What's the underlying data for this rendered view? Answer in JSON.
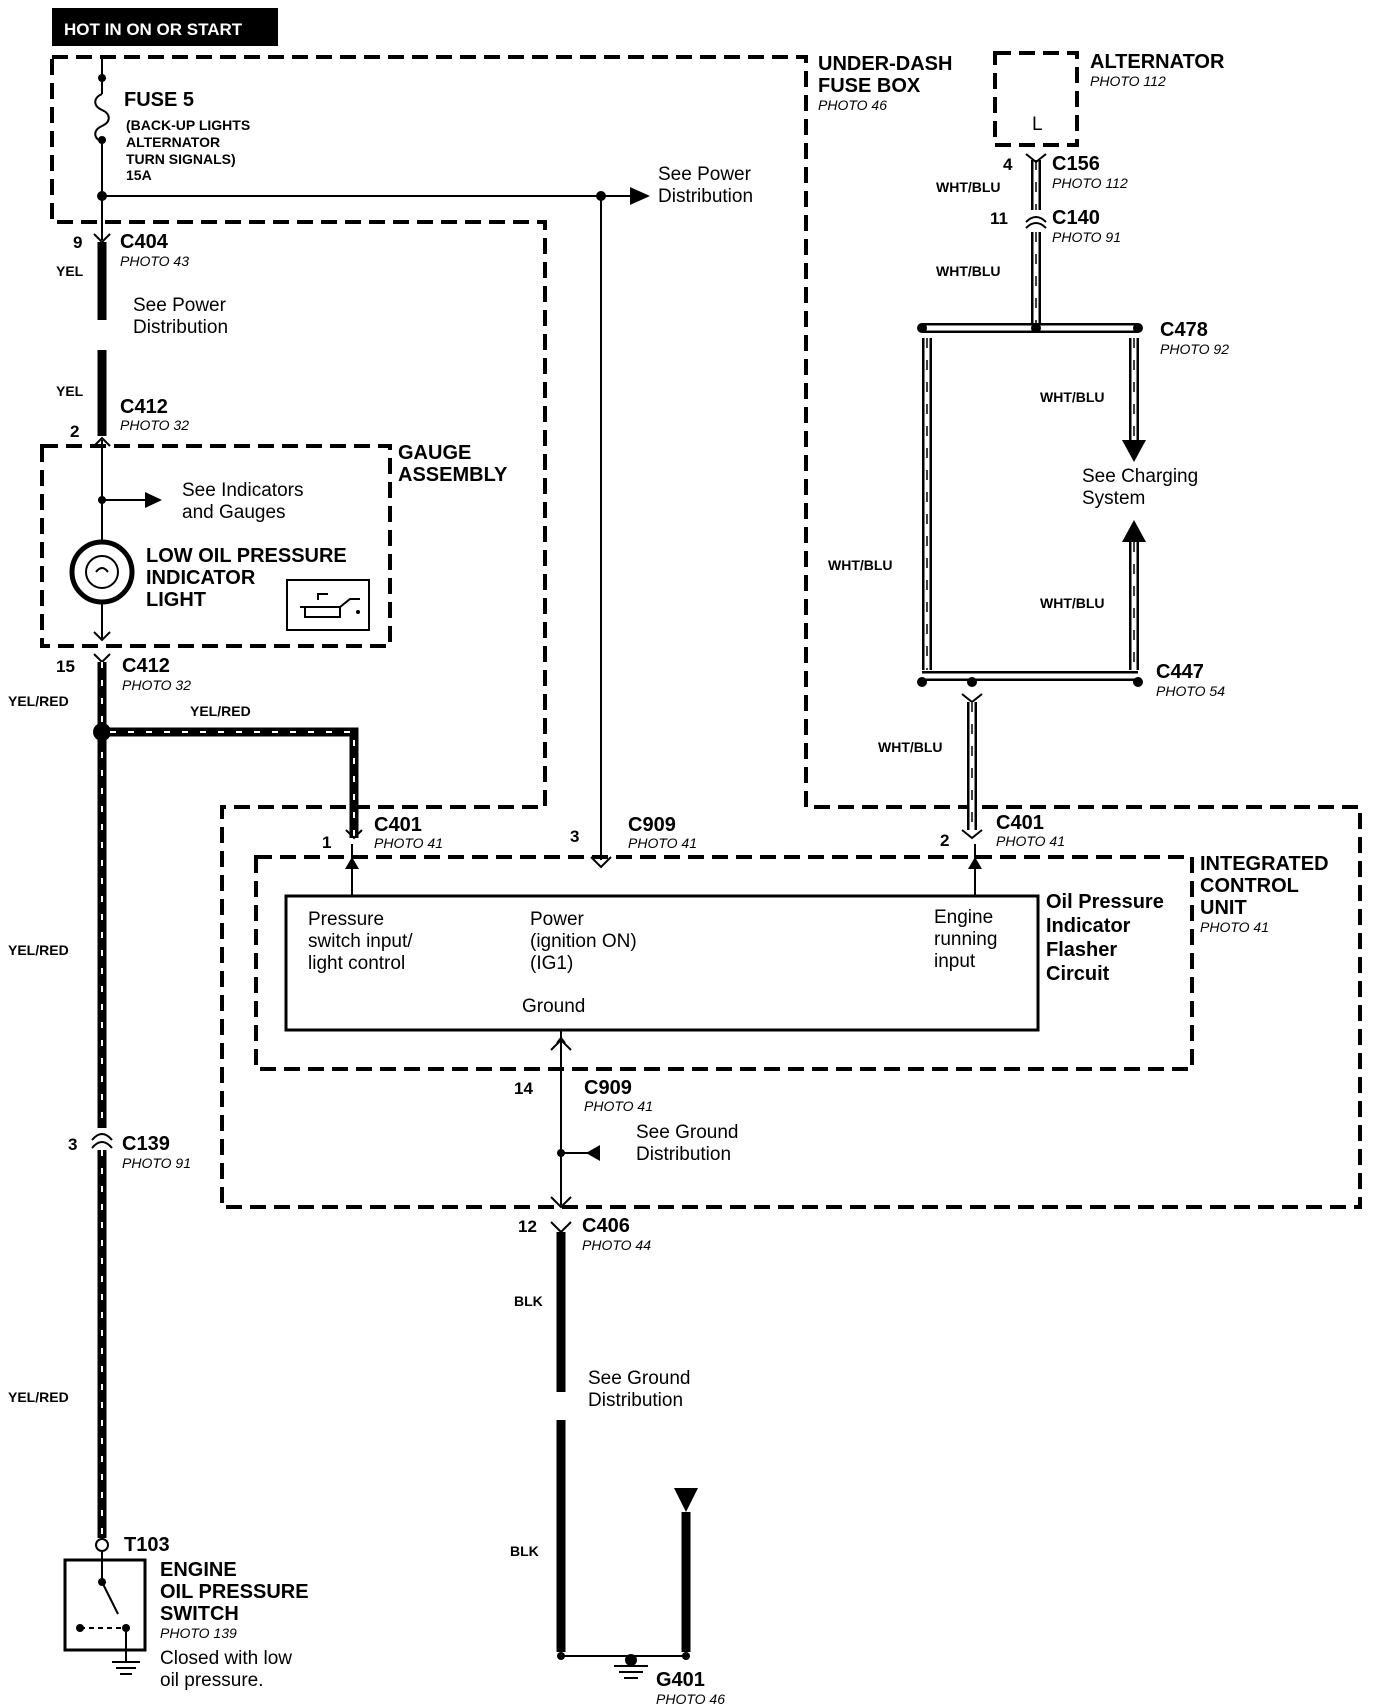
{
  "header": {
    "badge": "HOT IN ON OR START"
  },
  "fuse": {
    "name": "FUSE 5",
    "desc1": "(BACK-UP LIGHTS",
    "desc2": "ALTERNATOR",
    "desc3": "TURN SIGNALS)",
    "rating": "15A"
  },
  "fusebox": {
    "line1": "UNDER-DASH",
    "line2": "FUSE BOX",
    "photo": "PHOTO 46"
  },
  "alternator": {
    "name": "ALTERNATOR",
    "photo": "PHOTO 112",
    "terminal": "L"
  },
  "see_power_1": {
    "l1": "See Power",
    "l2": "Distribution"
  },
  "see_power_2": {
    "l1": "See Power",
    "l2": "Distribution"
  },
  "connectors": {
    "c404": {
      "pin": "9",
      "name": "C404",
      "photo": "PHOTO 43"
    },
    "c412a": {
      "pin": "2",
      "name": "C412",
      "photo": "PHOTO 32"
    },
    "c412b": {
      "pin": "15",
      "name": "C412",
      "photo": "PHOTO 32"
    },
    "c156": {
      "pin": "4",
      "name": "C156",
      "photo": "PHOTO 112"
    },
    "c140": {
      "pin": "11",
      "name": "C140",
      "photo": "PHOTO 91"
    },
    "c478": {
      "name": "C478",
      "photo": "PHOTO 92"
    },
    "c447": {
      "name": "C447",
      "photo": "PHOTO 54"
    },
    "c401a": {
      "pin": "1",
      "name": "C401",
      "photo": "PHOTO 41"
    },
    "c909a": {
      "pin": "3",
      "name": "C909",
      "photo": "PHOTO 41"
    },
    "c401b": {
      "pin": "2",
      "name": "C401",
      "photo": "PHOTO 41"
    },
    "c909b": {
      "pin": "14",
      "name": "C909",
      "photo": "PHOTO 41"
    },
    "c139": {
      "pin": "3",
      "name": "C139",
      "photo": "PHOTO 91"
    },
    "c406": {
      "pin": "12",
      "name": "C406",
      "photo": "PHOTO 44"
    },
    "t103": {
      "name": "T103"
    },
    "g401": {
      "name": "G401",
      "photo": "PHOTO 46"
    }
  },
  "wires": {
    "yel": "YEL",
    "yel_red": "YEL/RED",
    "wht_blu": "WHT/BLU",
    "blk": "BLK"
  },
  "gauge": {
    "title1": "GAUGE",
    "title2": "ASSEMBLY",
    "see1": "See Indicators",
    "see2": "and Gauges",
    "light1": "LOW OIL PRESSURE",
    "light2": "INDICATOR",
    "light3": "LIGHT"
  },
  "charging": {
    "l1": "See Charging",
    "l2": "System"
  },
  "icu": {
    "title1": "INTEGRATED",
    "title2": "CONTROL",
    "title3": "UNIT",
    "photo": "PHOTO 41",
    "circuit1": "Oil Pressure",
    "circuit2": "Indicator",
    "circuit3": "Flasher",
    "circuit4": "Circuit",
    "in1a": "Pressure",
    "in1b": "switch input/",
    "in1c": "light control",
    "in2a": "Power",
    "in2b": "(ignition ON)",
    "in2c": "(IG1)",
    "in3a": "Engine",
    "in3b": "running",
    "in3c": "input",
    "ground": "Ground"
  },
  "see_ground_1": {
    "l1": "See Ground",
    "l2": "Distribution"
  },
  "see_ground_2": {
    "l1": "See Ground",
    "l2": "Distribution"
  },
  "switch": {
    "l1": "ENGINE",
    "l2": "OIL PRESSURE",
    "l3": "SWITCH",
    "photo": "PHOTO 139",
    "note1": "Closed with low",
    "note2": "oil pressure."
  }
}
